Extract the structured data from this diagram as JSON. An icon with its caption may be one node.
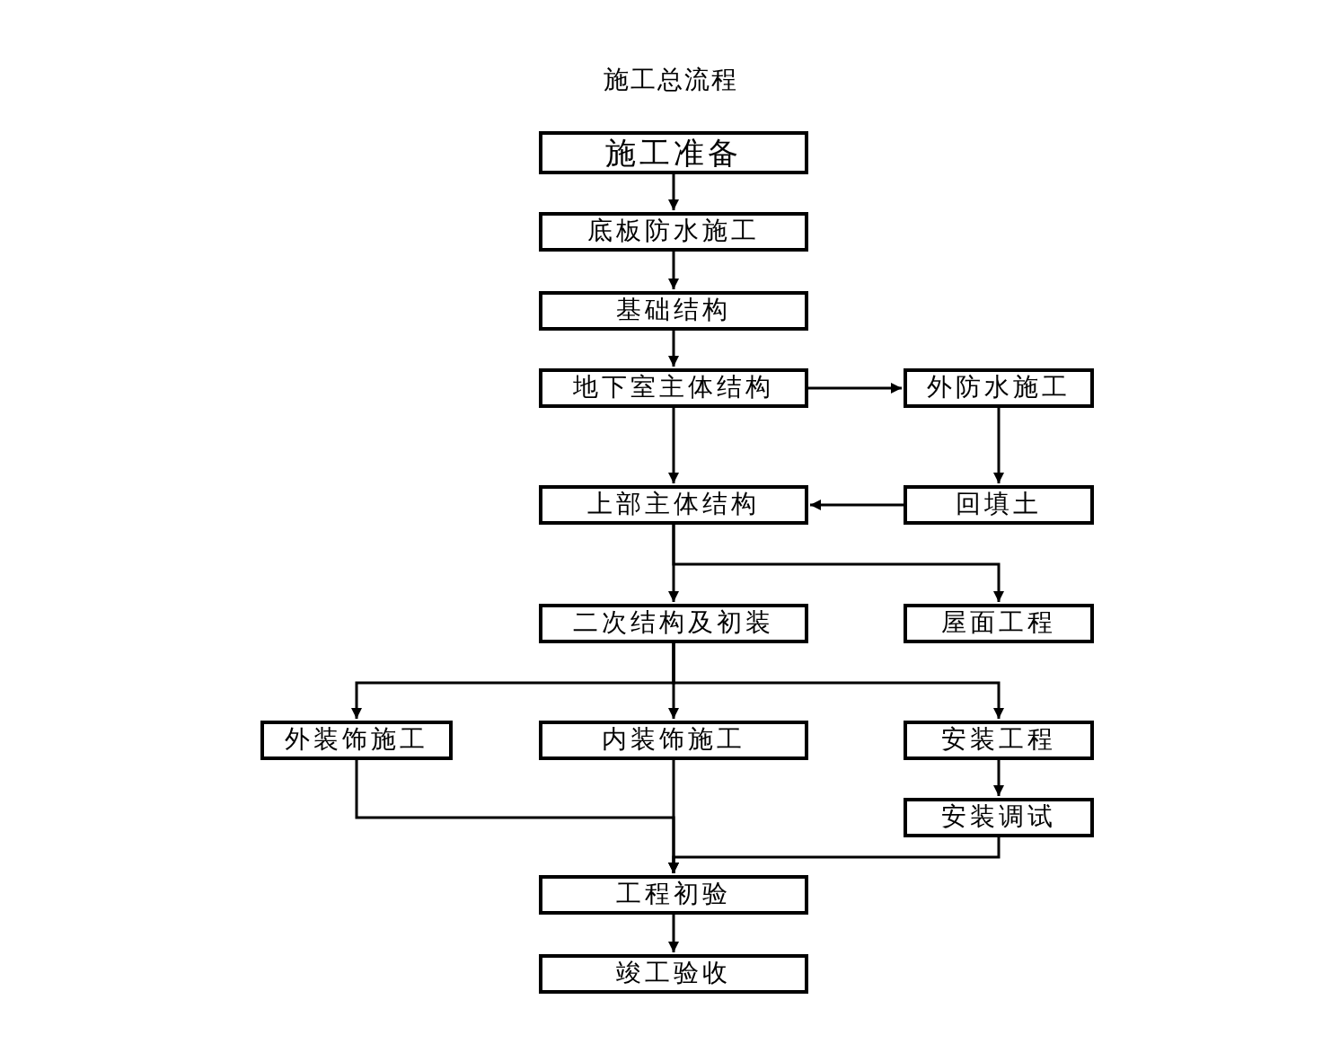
{
  "diagram": {
    "title": "施工总流程",
    "nodes": [
      {
        "text": [
          "施工准备"
        ]
      },
      {
        "text": [
          "底板防水施工"
        ]
      },
      {
        "text": [
          "基础结构"
        ]
      },
      {
        "text": [
          "地下室主体结构"
        ]
      },
      {
        "text": [
          "外防水施工"
        ]
      },
      {
        "text": [
          "回填土"
        ]
      },
      {
        "text": [
          "上部主体结构"
        ]
      },
      {
        "text": [
          "二次结构及初装"
        ]
      },
      {
        "text": [
          "屋面工程"
        ]
      },
      {
        "text": [
          "外装饰施工"
        ]
      },
      {
        "text": [
          "内装饰施工"
        ]
      },
      {
        "text": [
          "安装工程"
        ]
      },
      {
        "text": [
          "安装调试"
        ]
      },
      {
        "text": [
          "工程初验"
        ]
      },
      {
        "text": [
          "竣工验收"
        ]
      }
    ],
    "edges": [
      {
        "from": 0,
        "to": 1,
        "arrow": "to"
      },
      {
        "from": 1,
        "to": 2,
        "arrow": "to"
      },
      {
        "from": 2,
        "to": 3,
        "arrow": "to"
      },
      {
        "from": 3,
        "to": 4,
        "arrow": "to"
      },
      {
        "from": 4,
        "to": 5,
        "arrow": "to"
      },
      {
        "from": 5,
        "to": 6,
        "arrow": "to"
      },
      {
        "from": 3,
        "to": 6,
        "arrow": "to"
      },
      {
        "from": 6,
        "to": 7,
        "arrow": "to"
      },
      {
        "from": 6,
        "to": 8,
        "arrow": "to"
      },
      {
        "from": 7,
        "to": 9,
        "arrow": "to"
      },
      {
        "from": 7,
        "to": 10,
        "arrow": "to"
      },
      {
        "from": 7,
        "to": 11,
        "arrow": "to"
      },
      {
        "from": 11,
        "to": 12,
        "arrow": "to"
      },
      {
        "from": 10,
        "to": 13,
        "arrow": "to"
      },
      {
        "from": 9,
        "to": 13,
        "arrow": "to"
      },
      {
        "from": 12,
        "to": 13,
        "arrow": "to"
      },
      {
        "from": 13,
        "to": 14,
        "arrow": "to"
      }
    ]
  }
}
